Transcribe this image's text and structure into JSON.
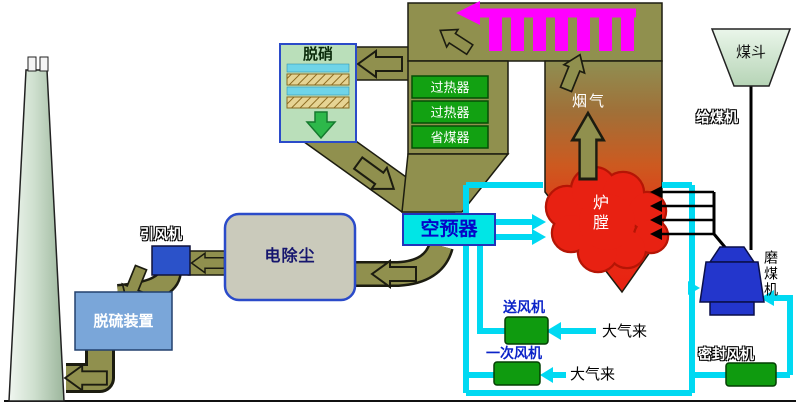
{
  "palette": {
    "flue_duct_olive": "#90904e",
    "furnace_red": "#e82112",
    "steam_magenta": "#ff00ff",
    "air_cyan": "#00d9f2",
    "equipment_green": "#12a112",
    "preheater_cyan": "#00e6e6",
    "esp_gray": "#cacabb",
    "id_fan_blue": "#2b52c9",
    "fgd_blue": "#7aa6d9",
    "mill_blue": "#2336cc",
    "label_blue": "#0b23c8"
  },
  "labels": {
    "denitrification": "脱硝",
    "superheater_1": "过热器",
    "superheater_2": "过热器",
    "economizer": "省煤器",
    "flue_gas": "烟气",
    "furnace": "炉膛",
    "air_preheater": "空预器",
    "esp": "电除尘",
    "induced_draft_fan": "引风机",
    "desulfurization": "脱硫装置",
    "coal_hopper": "煤斗",
    "coal_feeder": "给煤机",
    "coal_mill": "磨煤机",
    "forced_draft_fan": "送风机",
    "primary_air_fan": "一次风机",
    "seal_air_fan": "密封风机",
    "air_inlet_fd": "大气来",
    "air_inlet_pa": "大气来"
  }
}
